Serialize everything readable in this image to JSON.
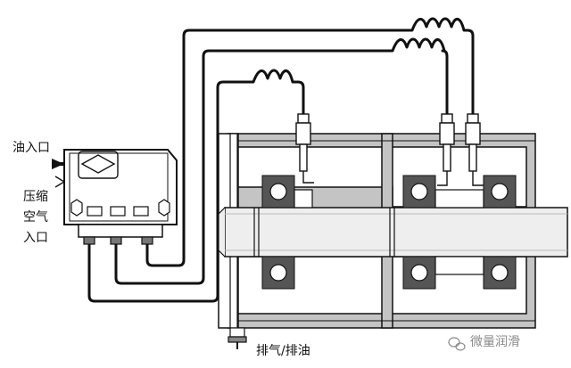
{
  "labels": {
    "oil_inlet": "油入口",
    "air_line1": "压缩",
    "air_line2": "空气",
    "air_line3": "入口",
    "exhaust": "排气/排油"
  },
  "watermark": {
    "text": "微量润滑"
  },
  "colors": {
    "line": "#111111",
    "housing": "#c4c4c4",
    "bearing_ring": "#555555",
    "shaft": "#eeeeee",
    "unit_fill": "#ffffff"
  },
  "icons": {
    "watermark": "wechat-icon"
  }
}
